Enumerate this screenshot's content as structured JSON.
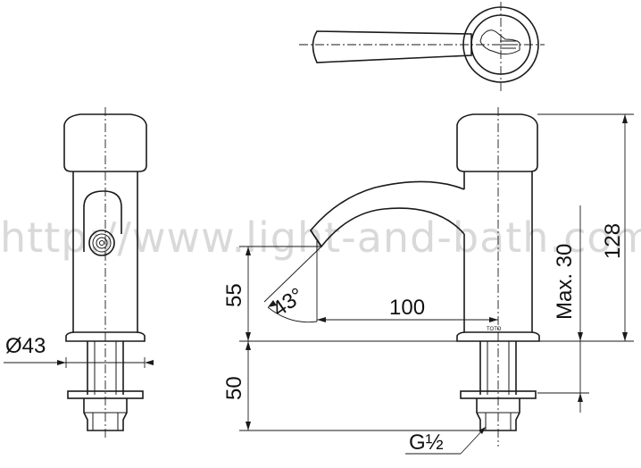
{
  "watermark": "http://www.light-and-bath.com",
  "brand_mark": "TOTO",
  "dimensions": {
    "diameter": "Ø43",
    "spout_reach": "100",
    "spout_height": "55",
    "spout_angle": "43°",
    "shank_length": "50",
    "thread": "G½",
    "deck_thickness": "Max. 30",
    "overall_height": "128"
  }
}
